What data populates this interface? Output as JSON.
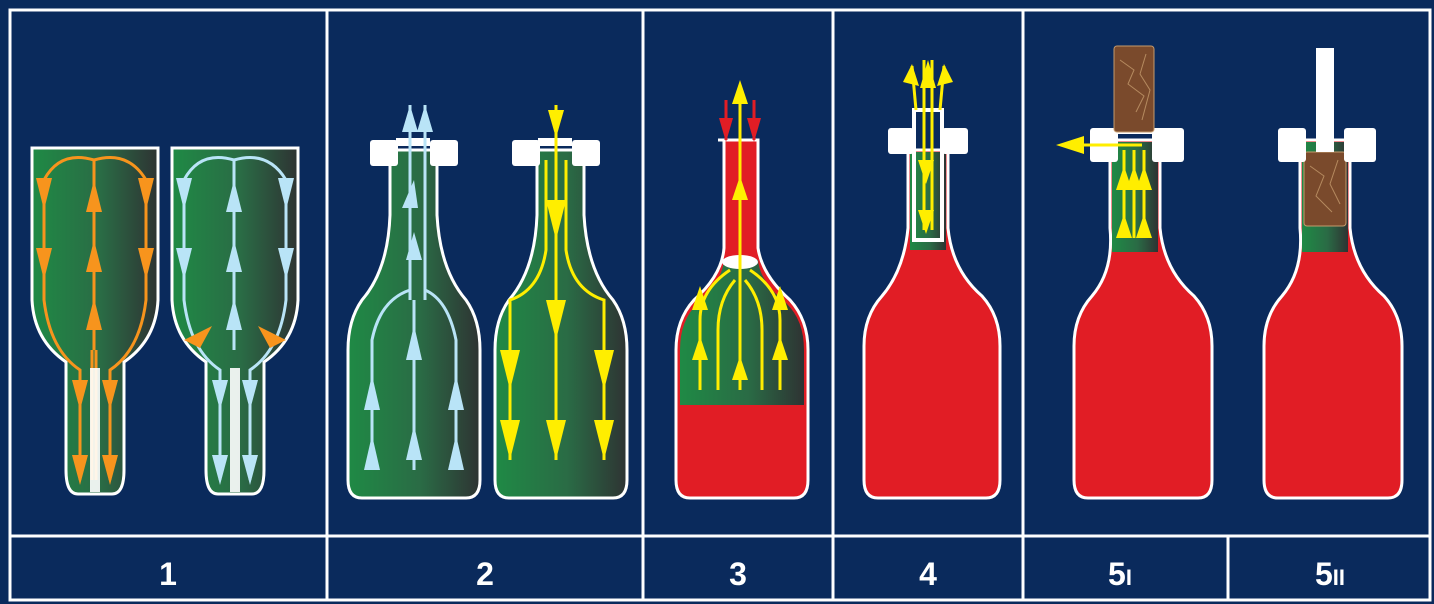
{
  "colors": {
    "background": "#0a2a5c",
    "panel_border": "#ffffff",
    "bottle_green": "#1f7a3c",
    "wine_red": "#e11d25",
    "arrow_orange": "#f7941d",
    "arrow_lightblue": "#b9e4f7",
    "arrow_yellow": "#ffee00",
    "arrow_red": "#e11d25",
    "cork": "#7a4a2c",
    "filler_head": "#ffffff"
  },
  "steps": [
    {
      "id": "step-1",
      "label": "1"
    },
    {
      "id": "step-2",
      "label": "2"
    },
    {
      "id": "step-3",
      "label": "3"
    },
    {
      "id": "step-4",
      "label": "4"
    },
    {
      "id": "step-5i",
      "label": "5",
      "sub": "I"
    },
    {
      "id": "step-5ii",
      "label": "5",
      "sub": "II"
    }
  ]
}
